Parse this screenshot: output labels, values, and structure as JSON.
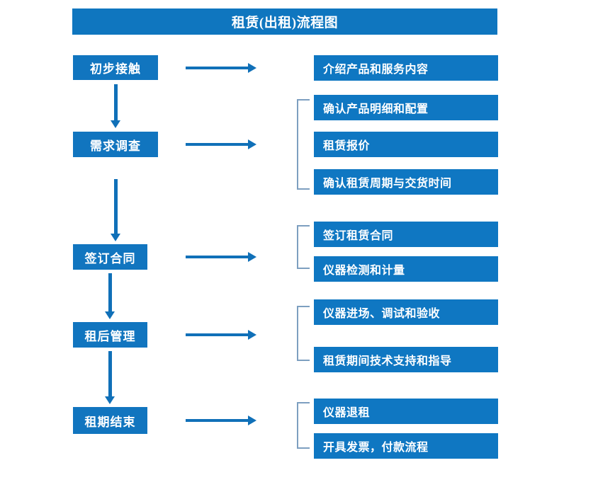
{
  "title": "租赁(出租)流程图",
  "colors": {
    "box_blue": "#1175bf",
    "detail_blue": "#0f77c2",
    "arrow_blue": "#1070b8",
    "bracket_gray_blue": "#7d9fc0",
    "text_white": "#ffffff",
    "background": "#ffffff"
  },
  "stages": [
    {
      "label": "初步接触"
    },
    {
      "label": "需求调查"
    },
    {
      "label": "签订合同"
    },
    {
      "label": "租后管理"
    },
    {
      "label": "租期结束"
    }
  ],
  "details": [
    {
      "label": "介绍产品和服务内容"
    },
    {
      "label": "确认产品明细和配置"
    },
    {
      "label": "租赁报价"
    },
    {
      "label": "确认租赁周期与交货时间"
    },
    {
      "label": "签订租赁合同"
    },
    {
      "label": "仪器检测和计量"
    },
    {
      "label": "仪器进场、调试和验收"
    },
    {
      "label": "租赁期间技术支持和指导"
    },
    {
      "label": "仪器退租"
    },
    {
      "label": "开具发票，付款流程"
    }
  ],
  "groups": [
    {
      "stage": "初步接触",
      "detail_labels": [
        "介绍产品和服务内容"
      ],
      "bracketed": false
    },
    {
      "stage": "需求调查",
      "detail_labels": [
        "确认产品明细和配置",
        "租赁报价",
        "确认租赁周期与交货时间"
      ],
      "bracketed": true
    },
    {
      "stage": "签订合同",
      "detail_labels": [
        "签订租赁合同",
        "仪器检测和计量"
      ],
      "bracketed": true
    },
    {
      "stage": "租后管理",
      "detail_labels": [
        "仪器进场、调试和验收",
        "租赁期间技术支持和指导"
      ],
      "bracketed": true
    },
    {
      "stage": "租期结束",
      "detail_labels": [
        "仪器退租",
        "开具发票，付款流程"
      ],
      "bracketed": true
    }
  ]
}
